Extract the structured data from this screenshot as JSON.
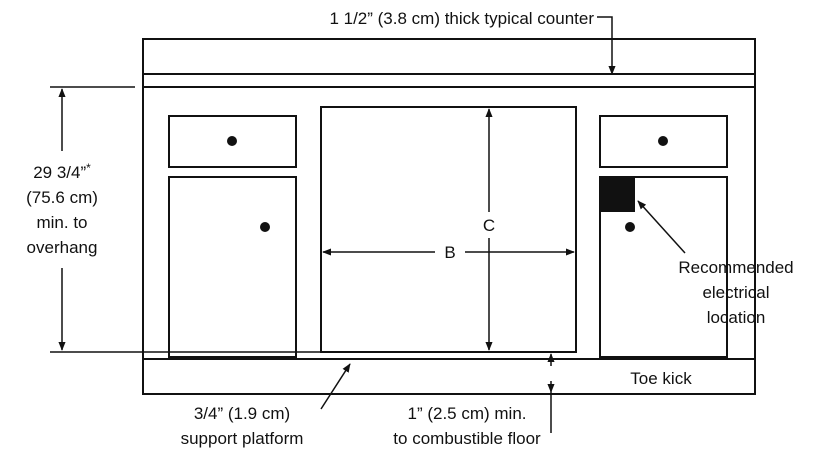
{
  "labels": {
    "counter_thickness": "1 1/2” (3.8 cm) thick typical counter",
    "height_line1": "29 3/4”",
    "height_asterisk": "*",
    "height_line2": "(75.6 cm)",
    "height_line3": "min. to",
    "height_line4": "overhang",
    "dim_b": "B",
    "dim_c": "C",
    "electrical_line1": "Recommended",
    "electrical_line2": "electrical",
    "electrical_line3": "location",
    "toe_kick": "Toe kick",
    "platform_line1": "3/4” (1.9 cm)",
    "platform_line2": "support platform",
    "floor_line1": "1” (2.5 cm) min.",
    "floor_line2": "to combustible floor"
  },
  "colors": {
    "line": "#111111",
    "background": "#ffffff"
  }
}
